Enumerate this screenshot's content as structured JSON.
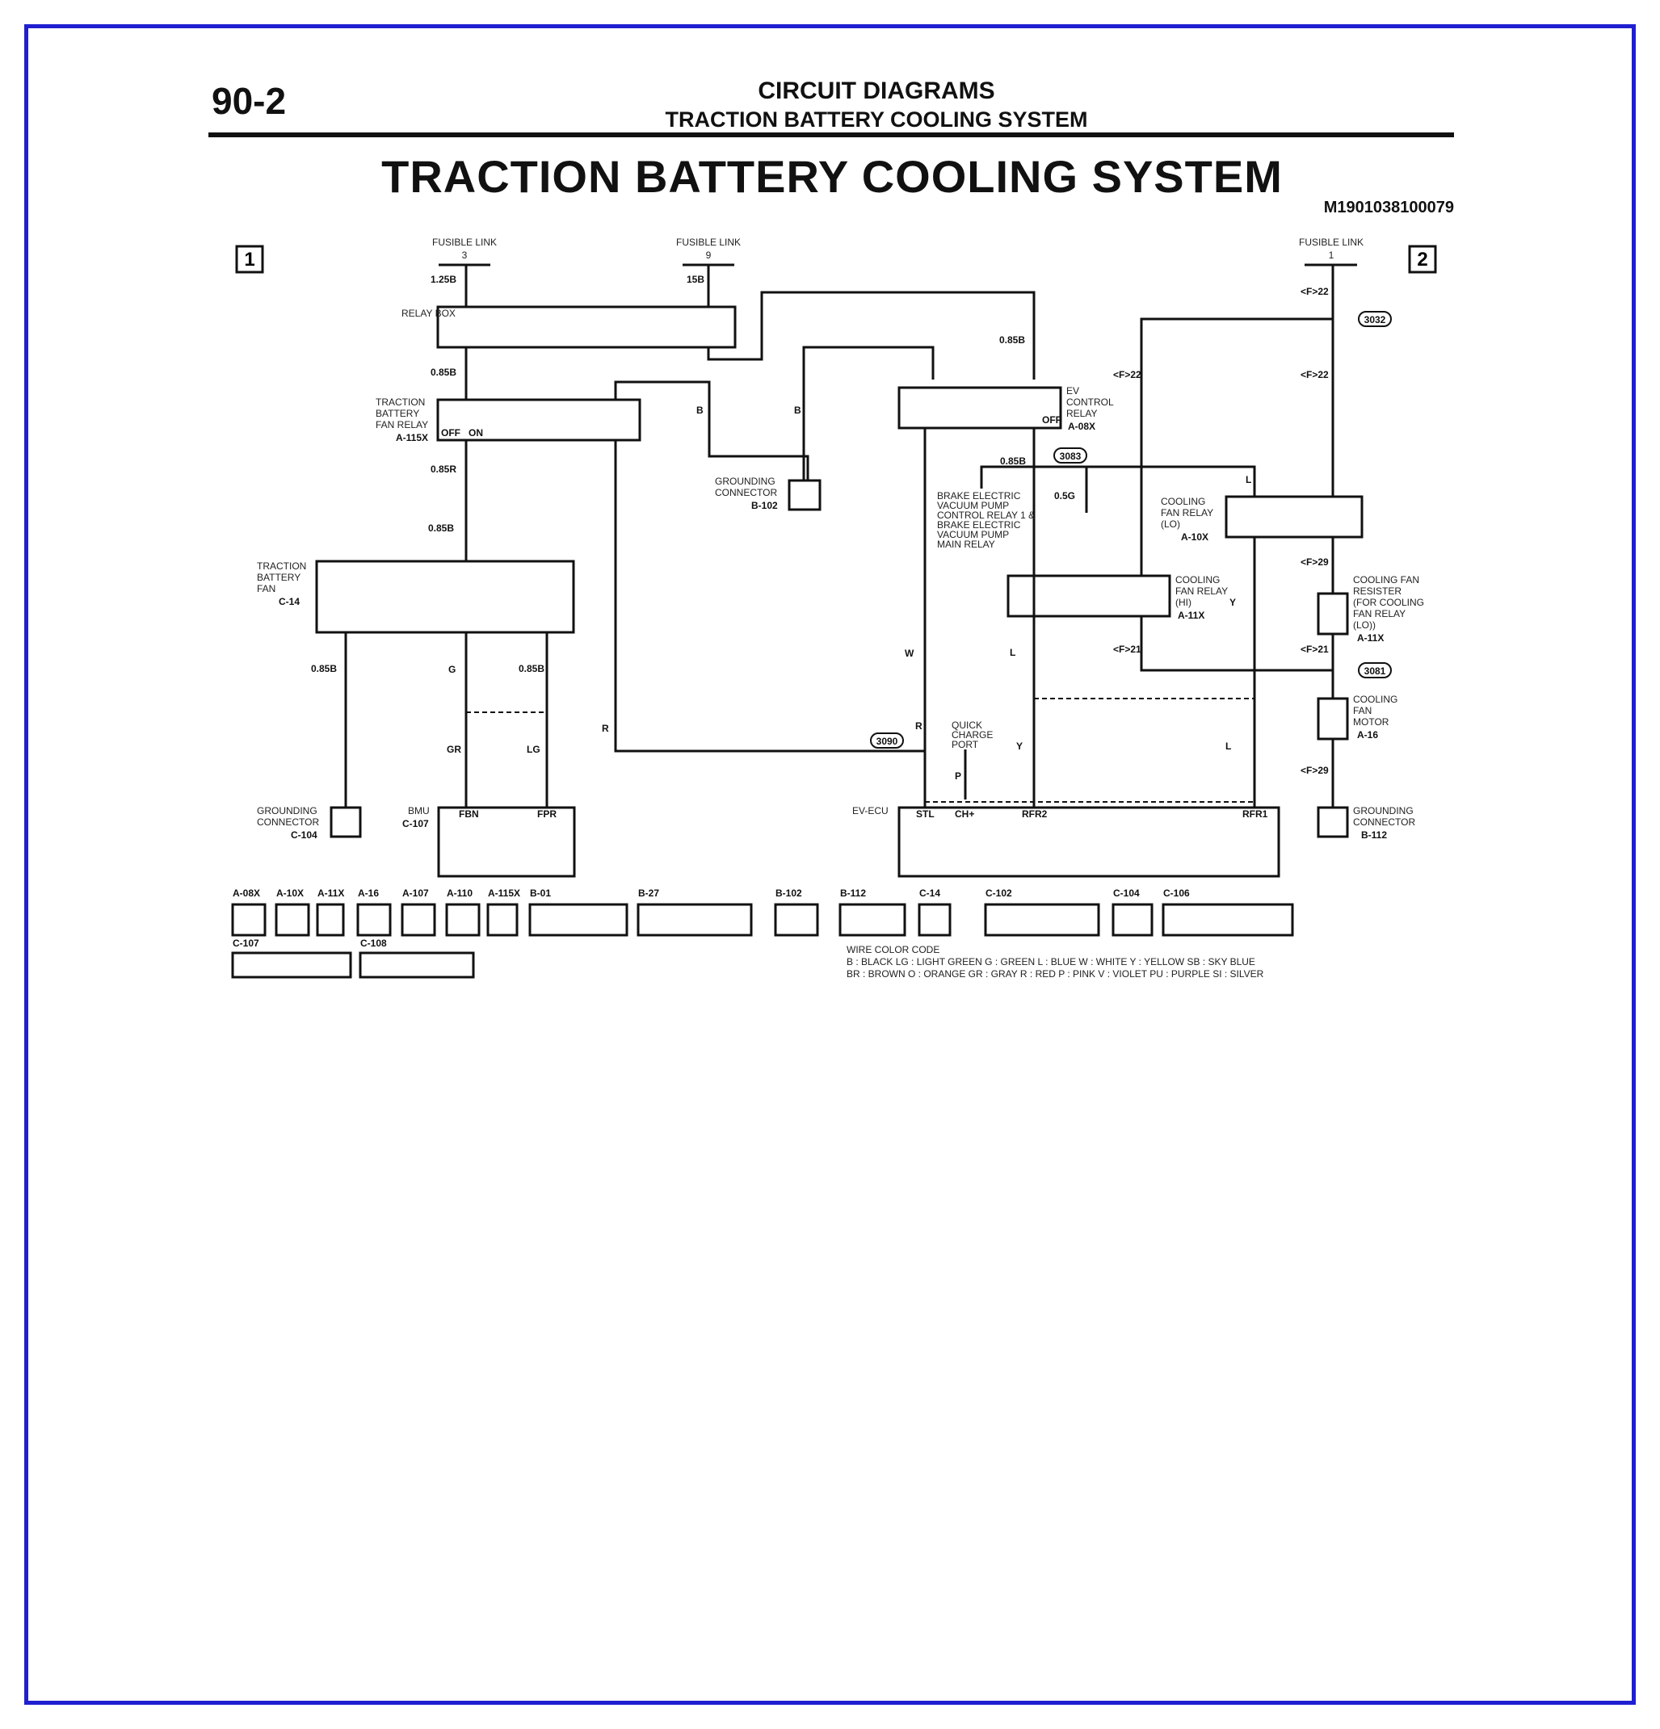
{
  "header": {
    "page_number": "90-2",
    "section_title": "CIRCUIT DIAGRAMS",
    "section_subtitle": "TRACTION BATTERY COOLING SYSTEM",
    "diagram_title": "TRACTION BATTERY COOLING SYSTEM",
    "doc_code": "M1901038100079"
  },
  "sheet_markers": [
    "1",
    "2"
  ],
  "fusible_links": [
    {
      "label": "FUSIBLE LINK",
      "num": "3"
    },
    {
      "label": "FUSIBLE LINK",
      "num": "9"
    },
    {
      "label": "FUSIBLE LINK",
      "num": "1"
    }
  ],
  "components": {
    "relay_box": "RELAY BOX",
    "fan_relay": [
      "TRACTION",
      "BATTERY",
      "FAN RELAY"
    ],
    "fan_relay_code": "A-115X",
    "battery_fan": [
      "TRACTION",
      "BATTERY",
      "FAN"
    ],
    "battery_fan_code": "C-14",
    "grounding_conn_a": [
      "GROUNDING",
      "CONNECTOR"
    ],
    "grounding_conn_a_code": "B-102",
    "grounding_conn_b": [
      "GROUNDING",
      "CONNECTOR"
    ],
    "grounding_conn_b_code": "C-104",
    "grounding_conn_c": [
      "GROUNDING",
      "CONNECTOR"
    ],
    "grounding_conn_c_code": "B-112",
    "bmu": "BMU",
    "bmu_code": "C-107",
    "ev_ecu": "EV-ECU",
    "ev_relay": [
      "EV",
      "CONTROL",
      "RELAY"
    ],
    "ev_relay_code": "A-08X",
    "cool_lo": [
      "COOLING",
      "FAN RELAY",
      "(LO)"
    ],
    "cool_lo_code": "A-10X",
    "cool_hi": [
      "COOLING",
      "FAN RELAY",
      "(HI)"
    ],
    "cool_hi_code": "A-11X",
    "resistor": [
      "COOLING FAN",
      "RESISTER",
      "(FOR COOLING",
      "FAN RELAY",
      "(LO))"
    ],
    "resistor_code": "A-11X",
    "motor": [
      "COOLING",
      "FAN",
      "MOTOR"
    ],
    "motor_code": "A-16",
    "brake_note": [
      "BRAKE ELECTRIC",
      "VACUUM PUMP",
      "CONTROL RELAY 1 &",
      "BRAKE ELECTRIC",
      "VACUUM PUMP",
      "MAIN RELAY"
    ],
    "quick_port": [
      "QUICK",
      "CHARGE",
      "PORT"
    ]
  },
  "wire_labels": [
    "1.25B",
    "15B",
    "0.85B",
    "0.85B",
    "0.85R",
    "0.85B",
    "0.85B",
    "0.5G",
    "0.85B",
    "0.85B",
    "B",
    "B",
    "R",
    "R",
    "P",
    "L",
    "Y",
    "W",
    "G",
    "Y",
    "GR",
    "L",
    "L",
    "LG"
  ],
  "ic_labels": [
    "<F>22",
    "<F>22",
    "<F>22",
    "<F>29",
    "<F>21",
    "<F>21",
    "<F>29"
  ],
  "splices": [
    "3032",
    "3081",
    "3083",
    "3090"
  ],
  "pin_names": [
    "FBN",
    "FPR",
    "STL",
    "CH+",
    "RFR2",
    "RFR1",
    "OFF",
    "ON",
    "OFF"
  ],
  "connector_codes_row1": [
    "A-08X",
    "A-10X",
    "A-11X",
    "A-16",
    "A-107",
    "A-110",
    "A-115X",
    "B-01",
    "B-27",
    "B-102",
    "B-112",
    "C-14",
    "C-102",
    "C-104",
    "C-106"
  ],
  "connector_codes_row2": [
    "C-107",
    "C-108"
  ],
  "wire_color_title": "WIRE COLOR CODE",
  "wire_color_line1": "B : BLACK    LG : LIGHT GREEN    G : GREEN    L : BLUE    W : WHITE    Y : YELLOW    SB : SKY BLUE",
  "wire_color_line2": "BR : BROWN    O : ORANGE    GR : GRAY    R : RED    P : PINK    V : VIOLET    PU : PURPLE    SI : SILVER"
}
